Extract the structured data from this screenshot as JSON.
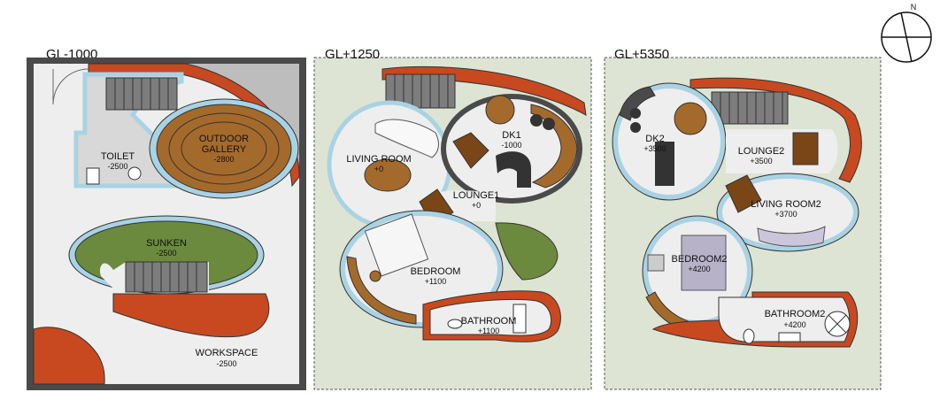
{
  "levels": [
    {
      "label": "GL-1000"
    },
    {
      "label": "GL+1250"
    },
    {
      "label": "GL+5350"
    }
  ],
  "compass": {
    "label": "N"
  },
  "rooms": {
    "outdoor_gallery": {
      "name_1": "OUTDOOR",
      "name_2": "GALLERY",
      "level": "-2800"
    },
    "toilet": {
      "name": "TOILET",
      "level": "-2500"
    },
    "sunken": {
      "name": "SUNKEN",
      "level": "-2500"
    },
    "workspace": {
      "name": "WORKSPACE",
      "level": "-2500"
    },
    "living_room": {
      "name": "LIVING ROOM",
      "level": "+0"
    },
    "dk1": {
      "name": "DK1",
      "level": "-1000"
    },
    "lounge1": {
      "name": "LOUNGE1",
      "level": "+0"
    },
    "bedroom": {
      "name": "BEDROOM",
      "level": "+1100"
    },
    "bathroom": {
      "name": "BATHROOM",
      "level": "+1100"
    },
    "dk2": {
      "name": "DK2",
      "level": "+3500"
    },
    "lounge2": {
      "name": "LOUNGE2",
      "level": "+3500"
    },
    "living_room2": {
      "name": "LIVING ROOM2",
      "level": "+3700"
    },
    "bedroom2": {
      "name": "BEDROOM2",
      "level": "+4200"
    },
    "bathroom2": {
      "name": "BATHROOM2",
      "level": "+4200"
    }
  },
  "colors": {
    "wall": "#4a4a4a",
    "accent_red": "#c8491f",
    "glass_blue": "#a9d3e4",
    "sage_bg": "#dde4d4",
    "room_floor": "#eeeeee",
    "wood": "#a46a2c",
    "dark_wood": "#7a4617",
    "sunken_green": "#6b8a3d",
    "stair_gray": "#7d7d7d"
  }
}
